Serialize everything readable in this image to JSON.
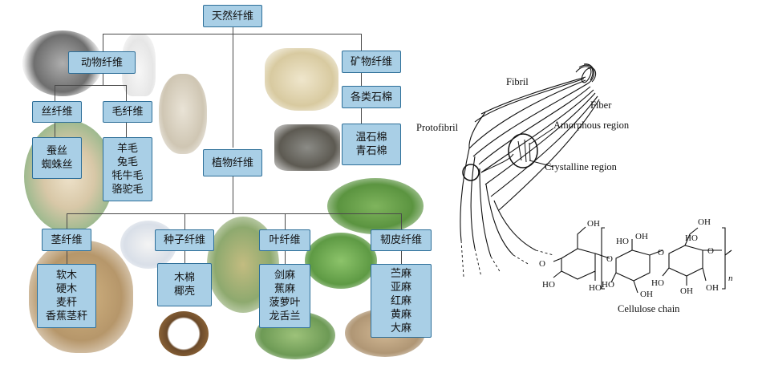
{
  "tree": {
    "root": "天然纤维",
    "animal": "动物纤维",
    "mineral": "矿物纤维",
    "silk": "丝纤维",
    "wool": "毛纤维",
    "silk_items": "蚕丝\n蜘蛛丝",
    "wool_items": "羊毛\n兔毛\n牦牛毛\n骆驼毛",
    "asbestos": "各类石棉",
    "asbestos_items": "温石棉\n青石棉",
    "plant": "植物纤维",
    "stem": "茎纤维",
    "seed": "种子纤维",
    "leaf": "叶纤维",
    "bast": "韧皮纤维",
    "stem_items": "软木\n硬木\n麦秆\n香蕉茎秆",
    "seed_items": "木棉\n椰壳",
    "leaf_items": "剑麻\n蕉麻\n菠萝叶\n龙舌兰",
    "bast_items": "苎麻\n亚麻\n红麻\n黄麻\n大麻"
  },
  "structure": {
    "fibril": "Fibril",
    "fiber": "Fiber",
    "protofibril": "Protofibril",
    "amorphous": "Amorphous region",
    "crystalline": "Crystalline region",
    "chain": "Cellulose chain",
    "oh": "OH",
    "ho": "HO",
    "o": "O",
    "n": "n"
  },
  "icons": [
    "spider-web-photo",
    "rabbit-photo",
    "sheep-photo",
    "mineral-rock-photo",
    "asbestos-rock-photo",
    "silk-cocoon-photo",
    "leaf-plant-photo",
    "coconut-photo",
    "pineapple-photo",
    "straw-photo",
    "cotton-photo"
  ]
}
